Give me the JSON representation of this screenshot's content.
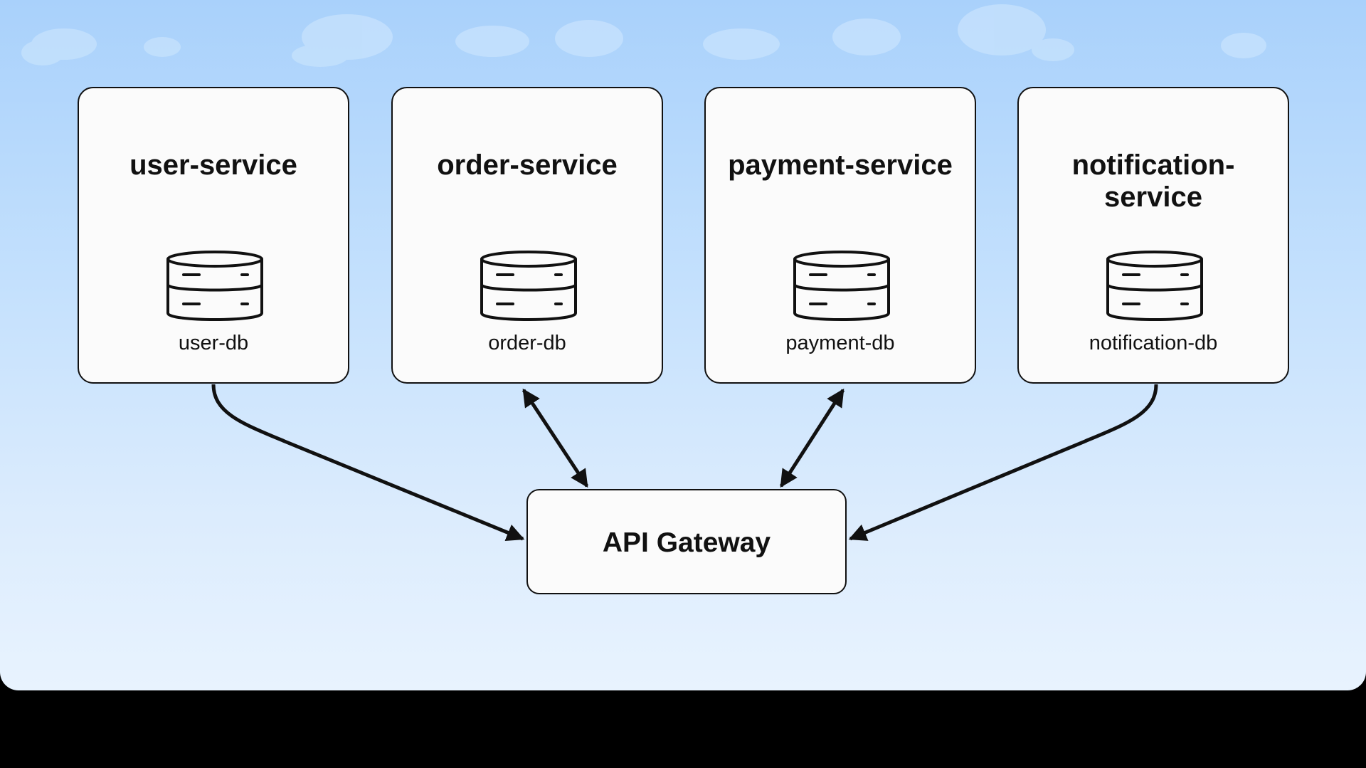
{
  "diagram": {
    "services": [
      {
        "name": "user-service",
        "db": "user-db"
      },
      {
        "name": "order-service",
        "db": "order-db"
      },
      {
        "name": "payment-service",
        "db": "payment-db"
      },
      {
        "name": "notification-service",
        "db": "notification-db"
      }
    ],
    "gateway": {
      "label": "API Gateway"
    },
    "connections": [
      {
        "from": "user-service",
        "to": "API Gateway",
        "direction": "one-way"
      },
      {
        "from": "order-service",
        "to": "API Gateway",
        "direction": "two-way"
      },
      {
        "from": "payment-service",
        "to": "API Gateway",
        "direction": "two-way"
      },
      {
        "from": "notification-service",
        "to": "API Gateway",
        "direction": "one-way"
      }
    ]
  },
  "colors": {
    "background_top": "#a9d1fb",
    "background_bottom": "#e8f3fe",
    "box_fill": "#fbfbfb",
    "stroke": "#111111"
  }
}
